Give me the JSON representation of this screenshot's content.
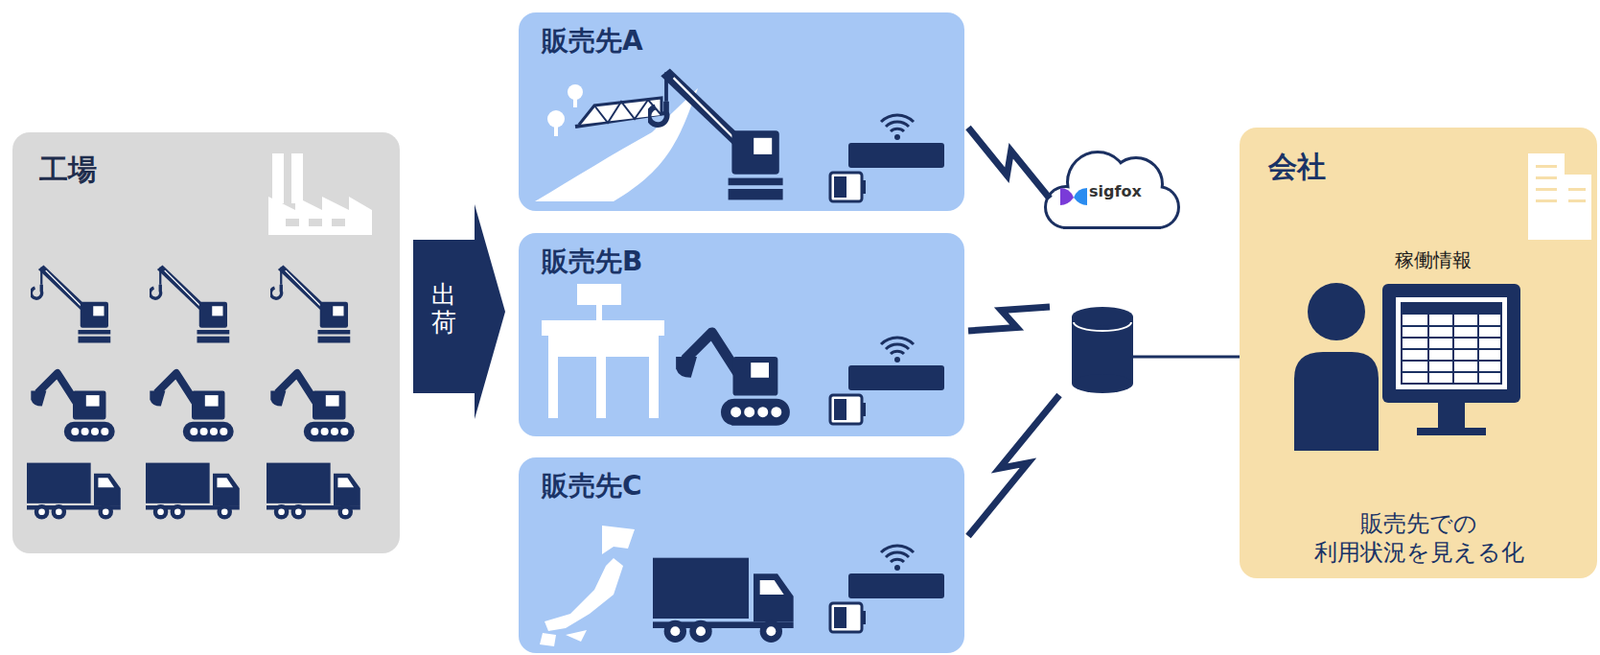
{
  "diagram": {
    "nodes": [
      {
        "text": [
          "工場"
        ]
      },
      {
        "text": [
          "販売先A"
        ]
      },
      {
        "text": [
          "販売先B"
        ]
      },
      {
        "text": [
          "販売先C"
        ]
      },
      {
        "text": [
          "sigfox"
        ]
      },
      {
        "text": [
          "会社",
          "稼働情報",
          "販売先での 利用状況を見える化"
        ]
      }
    ],
    "edges": [
      {
        "from": 0,
        "to": 2,
        "arrow": "to",
        "label": "出荷"
      },
      {
        "from": 1,
        "to": 4,
        "arrow": "none"
      },
      {
        "from": 2,
        "to": 4,
        "arrow": "none"
      },
      {
        "from": 3,
        "to": 4,
        "arrow": "none"
      },
      {
        "from": 4,
        "to": 5,
        "arrow": "none"
      }
    ]
  }
}
